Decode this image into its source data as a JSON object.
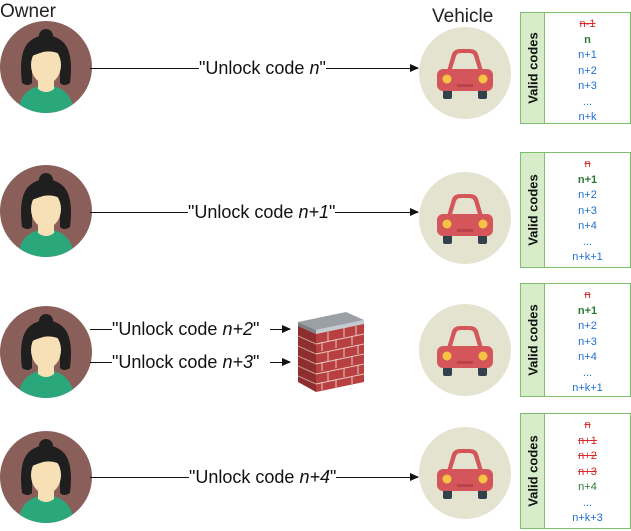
{
  "headers": {
    "owner": "Owner",
    "vehicle": "Vehicle"
  },
  "rows": [
    {
      "message": {
        "prefix": "\"Unlock code ",
        "code": "n",
        "suffix": "\""
      },
      "codes_label": "Valid codes",
      "codes": [
        {
          "text": "n-1",
          "state": "used"
        },
        {
          "text": "n",
          "state": "current"
        },
        {
          "text": "n+1",
          "state": "valid"
        },
        {
          "text": "n+2",
          "state": "valid"
        },
        {
          "text": "n+3",
          "state": "valid"
        },
        {
          "text": "...",
          "state": "valid"
        },
        {
          "text": "n+k",
          "state": "valid"
        }
      ]
    },
    {
      "message": {
        "prefix": "\"Unlock code ",
        "code": "n+1",
        "suffix": "\""
      },
      "codes_label": "Valid codes",
      "codes": [
        {
          "text": "n",
          "state": "used"
        },
        {
          "text": "n+1",
          "state": "current"
        },
        {
          "text": "n+2",
          "state": "valid"
        },
        {
          "text": "n+3",
          "state": "valid"
        },
        {
          "text": "n+4",
          "state": "valid"
        },
        {
          "text": "...",
          "state": "valid"
        },
        {
          "text": "n+k+1",
          "state": "valid"
        }
      ]
    },
    {
      "messages": [
        {
          "prefix": "\"Unlock code ",
          "code": "n+2",
          "suffix": "\""
        },
        {
          "prefix": "\"Unlock code ",
          "code": "n+3",
          "suffix": "\""
        }
      ],
      "codes_label": "Valid codes",
      "codes": [
        {
          "text": "n",
          "state": "used"
        },
        {
          "text": "n+1",
          "state": "current"
        },
        {
          "text": "n+2",
          "state": "valid"
        },
        {
          "text": "n+3",
          "state": "valid"
        },
        {
          "text": "n+4",
          "state": "valid"
        },
        {
          "text": "...",
          "state": "valid"
        },
        {
          "text": "n+k+1",
          "state": "valid"
        }
      ]
    },
    {
      "message": {
        "prefix": "\"Unlock code ",
        "code": "n+4",
        "suffix": "\""
      },
      "codes_label": "Valid codes",
      "codes": [
        {
          "text": "n",
          "state": "used"
        },
        {
          "text": "n+1",
          "state": "used"
        },
        {
          "text": "n+2",
          "state": "used"
        },
        {
          "text": "n+3",
          "state": "used"
        },
        {
          "text": "n+4",
          "state": "current-plain"
        },
        {
          "text": "...",
          "state": "valid"
        },
        {
          "text": "n+k+3",
          "state": "valid"
        }
      ]
    }
  ],
  "colors": {
    "owner_circle": "#8a5f59",
    "owner_skin": "#f7dfb6",
    "owner_hair": "#1f1f1f",
    "owner_shirt": "#2aa87c",
    "car_circle": "#e3e3d0",
    "car_body": "#d5565a",
    "wall_brick": "#b84040"
  }
}
